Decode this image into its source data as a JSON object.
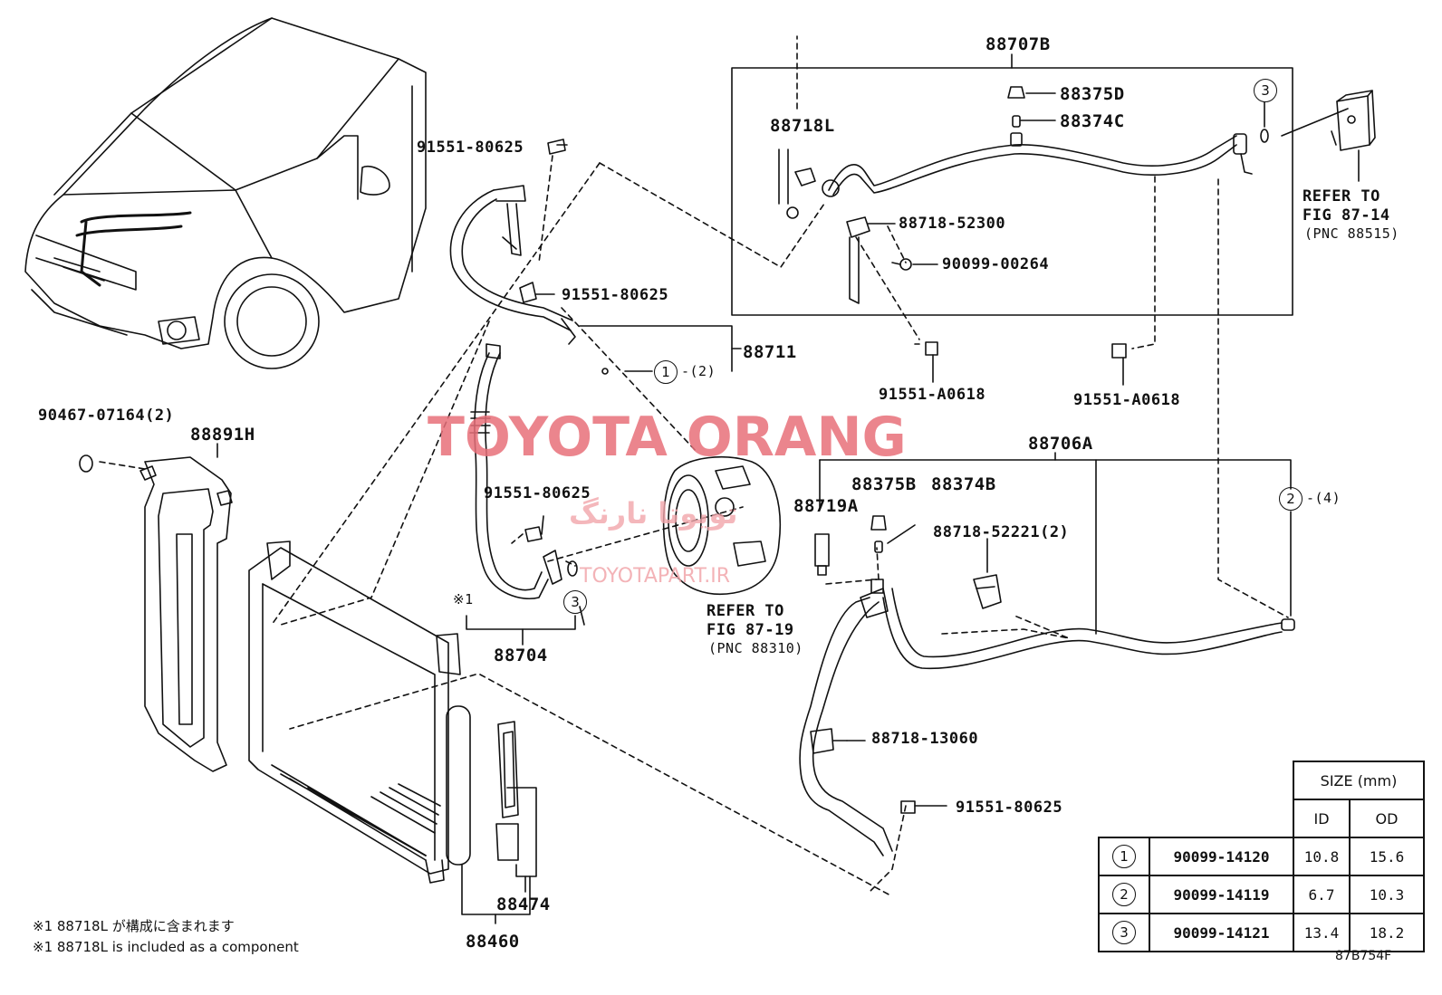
{
  "callouts": {
    "c88707B": "88707B",
    "c88375D": "88375D",
    "c88374C": "88374C",
    "c88718L": "88718L",
    "c88718_52300": "88718-52300",
    "c90099_00264": "90099-00264",
    "c91551_A0618_a": "91551-A0618",
    "c91551_A0618_b": "91551-A0618",
    "c91551_80625_a": "91551-80625",
    "c91551_80625_b": "91551-80625",
    "c91551_80625_c": "91551-80625",
    "c91551_80625_d": "91551-80625",
    "c88711": "88711",
    "c1_2": "-(2)",
    "c2_4": "-(4)",
    "c90467": "90467-07164(2)",
    "c88891H": "88891H",
    "c88706A": "88706A",
    "c88719A": "88719A",
    "c88375B": "88375B",
    "c88374B": "88374B",
    "c88718_52221": "88718-52221(2)",
    "c88718_13060": "88718-13060",
    "c88704": "88704",
    "c88474": "88474",
    "c88460": "88460",
    "mark1": "※1",
    "refer1_l1": "REFER TO",
    "refer1_l2": "FIG 87-14",
    "refer1_l3": "(PNC 88515)",
    "refer2_l1": "REFER TO",
    "refer2_l2": "FIG 87-19",
    "refer2_l3": "(PNC 88310)",
    "fig_code": "87B754F"
  },
  "circled_refs": [
    "1",
    "2",
    "3"
  ],
  "notes": {
    "jp": "※1 88718L が構成に含まれます",
    "en": "※1 88718L is included as a component"
  },
  "watermark": {
    "main": "TOYOTA ORANG",
    "farsi": "تویوتا نارنگ",
    "url": "TOYOTAPART.IR"
  },
  "size_table": {
    "header": "SIZE (mm)",
    "col_id": "ID",
    "col_od": "OD",
    "rows": [
      {
        "ref": "1",
        "part": "90099-14120",
        "id": "10.8",
        "od": "15.6"
      },
      {
        "ref": "2",
        "part": "90099-14119",
        "id": "6.7",
        "od": "10.3"
      },
      {
        "ref": "3",
        "part": "90099-14121",
        "id": "13.4",
        "od": "18.2"
      }
    ]
  },
  "colors": {
    "line": "#111111",
    "watermark": "#e8707a"
  }
}
